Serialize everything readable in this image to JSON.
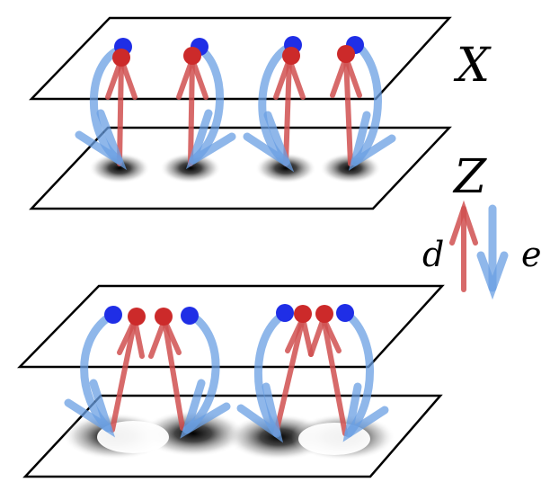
{
  "labels": {
    "data_space": "X",
    "latent_space": "Z",
    "decoder": "d",
    "encoder": "e"
  },
  "colors": {
    "decoder_arrow": "#d05050",
    "encoder_arrow": "#6a9fe3",
    "decoded_point": "#cc2a2a",
    "data_point": "#1f2ee6",
    "plane_stroke": "#000000"
  }
}
